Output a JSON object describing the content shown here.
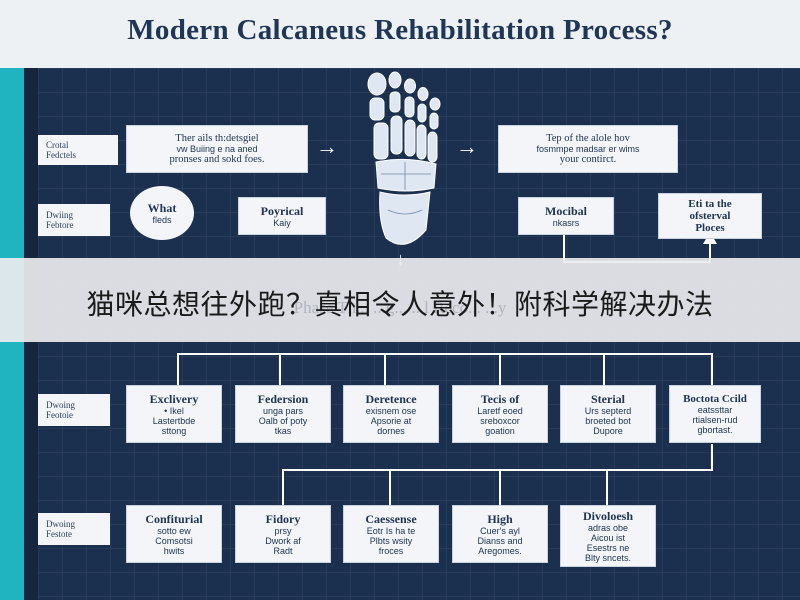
{
  "title": "Modern Calcaneus Rehabilitation Process?",
  "overlay_caption": "猫咪总想往外跑？真相令人意外！附科学解决办法",
  "overlay_ghost": "Phase Th... ...g... ...l Reco... ...y",
  "colors": {
    "background": "#1b2f4e",
    "box": "#f3f5f8",
    "accent": "#1fb4c0",
    "title": "#203656"
  },
  "icons": [
    "foot-skeleton-icon",
    "arrow-right-icon",
    "arrow-down-icon"
  ],
  "row_labels": {
    "r1": [
      "Crotal",
      "Fedctels"
    ],
    "r2": [
      "Dwiing",
      "Febtore"
    ],
    "r3": [
      "Dwoing",
      "Feotoie"
    ],
    "r4": [
      "Dwoing",
      "Festote"
    ]
  },
  "top": {
    "box1": [
      "Ther ails th:detsgiel",
      "vw Buiing e na aned",
      "pronses and sokd foes."
    ],
    "box2": [
      "Tep of the alole hov",
      "fosmmpe madsar er wims",
      "your contirct."
    ],
    "circle": [
      "What",
      "fleds"
    ],
    "physical": [
      "Poyrical",
      "Kaiy"
    ],
    "medical": [
      "Mocibal",
      "nkasrs"
    ],
    "right": [
      "Eti ta the",
      "ofsterval",
      "Ploces"
    ]
  },
  "row3": [
    {
      "title": "Exclivery",
      "lines": [
        "• Ikel",
        "Lastertbde",
        "sttong"
      ]
    },
    {
      "title": "Federsion",
      "lines": [
        "unga pars",
        "Oalb of poty",
        "tkas"
      ]
    },
    {
      "title": "Deretence",
      "lines": [
        "exisnem ose",
        "Apsorie at",
        "dornes"
      ]
    },
    {
      "title": "Tecis of",
      "lines": [
        "Laretf eoed",
        "sreboxcor",
        "goation"
      ]
    },
    {
      "title": "Sterial",
      "lines": [
        "Urs septerd",
        "broeted bot",
        "Dupore"
      ]
    },
    {
      "title": "Boctota Ccild",
      "lines": [
        "eatssttar",
        "rtialsen-rud",
        "gbortast."
      ]
    }
  ],
  "row4": [
    {
      "title": "Confiturial",
      "lines": [
        "sotto ew",
        "Comsotsi",
        "hwits"
      ]
    },
    {
      "title": "Fidory",
      "lines": [
        "prsy",
        "Dwork af",
        "Radt"
      ]
    },
    {
      "title": "Caessense",
      "lines": [
        "Eotr Is ha te",
        "Plbts wsity",
        "froces"
      ]
    },
    {
      "title": "High",
      "lines": [
        "Cuer's ayl",
        "Dianss and",
        "Aregomes."
      ]
    },
    {
      "title": "Divoloesh",
      "lines": [
        "adras obe",
        "Aicou ist",
        "Esestrs ne",
        "Blty sncets."
      ]
    }
  ]
}
